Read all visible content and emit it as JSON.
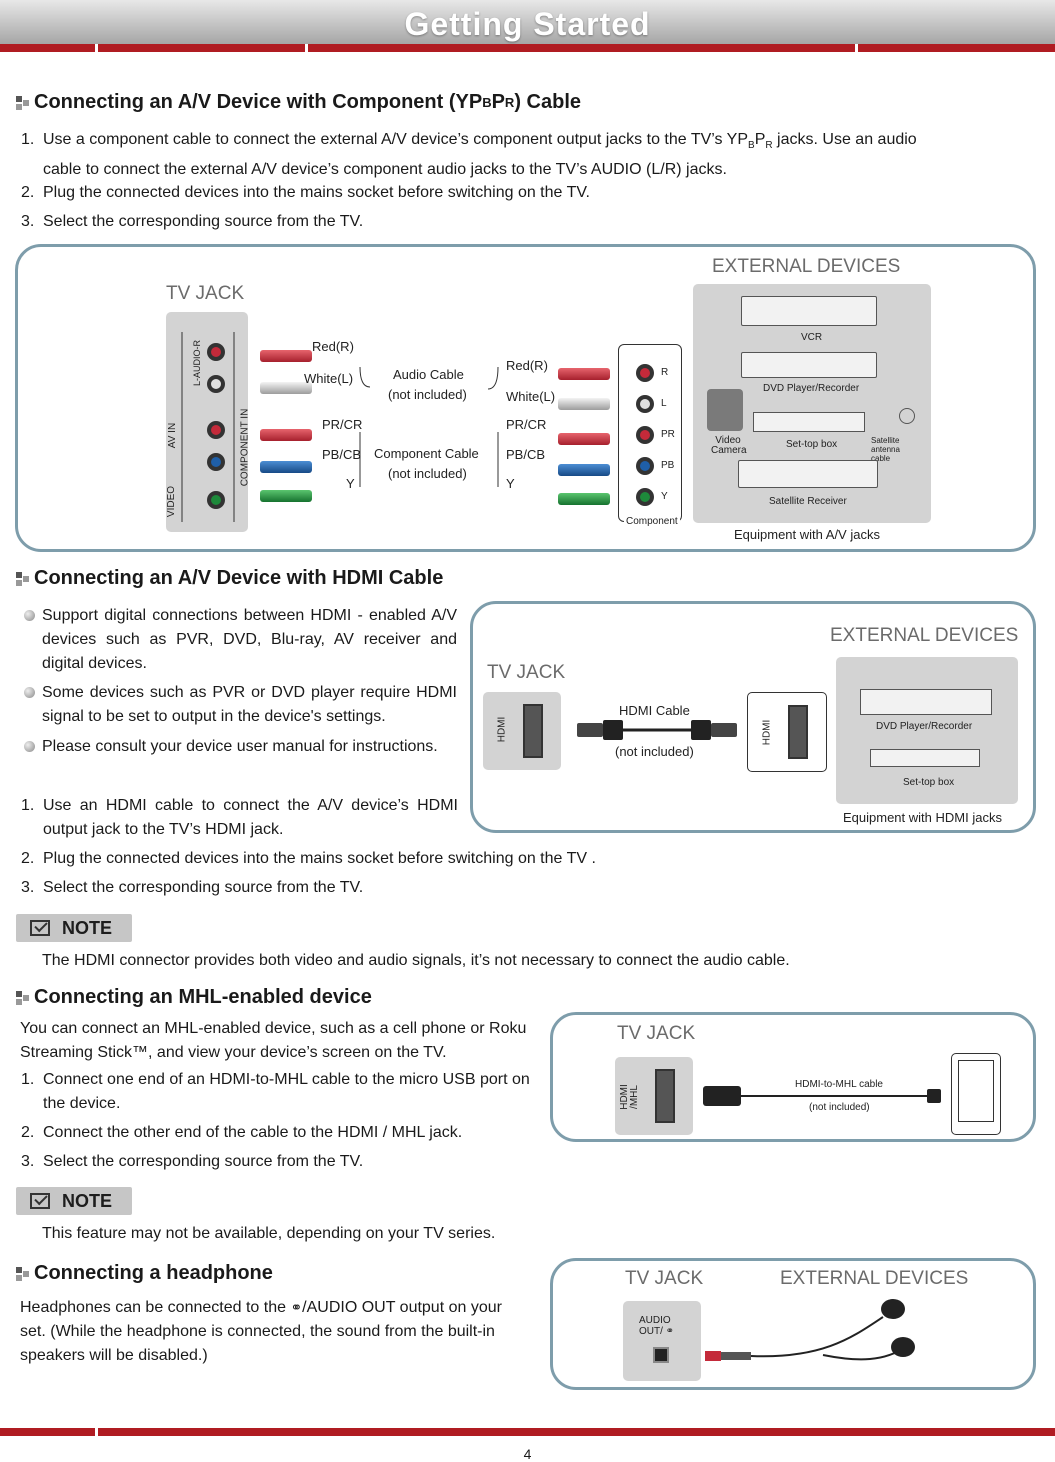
{
  "header": {
    "title": "Getting Started"
  },
  "component": {
    "title_pre": "Connecting an A/V Device with Component (YP",
    "title_b": "B",
    "title_mid": "P",
    "title_r": "R",
    "title_post": ") Cable",
    "step1_l1": "Use a component cable to connect the external A/V device’s component output jacks to the TV’s YP",
    "step1_b": "B",
    "step1_p": "P",
    "step1_r": "R",
    "step1_l1_end": " jacks. Use an audio",
    "step1_l2": "cable to connect the external A/V device’s component audio jacks to the TV’s AUDIO (L/R) jacks.",
    "step2": "Plug the connected devices into the mains socket before switching on the TV.",
    "step3": "Select the corresponding source from the TV.",
    "diagram": {
      "tv_jack": "TV JACK",
      "external_devices": "EXTERNAL DEVICES",
      "av_in": "AV IN",
      "video": "VIDEO",
      "l_audio_r": "L-AUDIO-R",
      "component_in": "COMPONENT IN",
      "red_r": "Red(R)",
      "white_l": "White(L)",
      "pr_cr": "PR/CR",
      "pb_cb": "PB/CB",
      "y": "Y",
      "audio_cable": "Audio Cable",
      "not_included": "(not included)",
      "component_cable": "Component Cable",
      "ext_r": "R",
      "ext_l": "L",
      "ext_pr": "PR",
      "ext_pb": "PB",
      "ext_y": "Y",
      "component": "Component",
      "vcr": "VCR",
      "dvd": "DVD Player/Recorder",
      "video_camera": "Video Camera",
      "set_top_box": "Set-top box",
      "satellite_antenna": "Satellite antenna cable",
      "satellite_receiver": "Satellite Receiver",
      "equipment_av": "Equipment with A/V jacks"
    }
  },
  "hdmi": {
    "title": "Connecting an A/V Device with HDMI Cable",
    "bullet1": "Support digital connections between HDMI - enabled A/V devices such as PVR, DVD, Blu-ray, AV receiver and digital devices.",
    "bullet2": "Some devices such as PVR or DVD player require HDMI signal to be set to output in the device's settings.",
    "bullet3": "Please consult your device user manual for instructions.",
    "step1": "Use an HDMI cable to connect the A/V device’s HDMI output jack to the TV’s HDMI jack.",
    "step2": "Plug the connected devices into the mains socket before switching on the TV .",
    "step3": "Select the corresponding source from the TV.",
    "note_label": "NOTE",
    "note_text": "The HDMI connector provides both video and audio signals, it’s not necessary to connect the audio cable.",
    "diagram": {
      "tv_jack": "TV JACK",
      "external_devices": "EXTERNAL DEVICES",
      "hdmi": "HDMI",
      "hdmi_cable": "HDMI Cable",
      "not_included": "(not included)",
      "dvd": "DVD Player/Recorder",
      "set_top_box": "Set-top box",
      "equipment_hdmi": "Equipment with HDMI jacks"
    }
  },
  "mhl": {
    "title": "Connecting an MHL-enabled device",
    "intro": "You can connect an MHL-enabled device, such as a cell phone or Roku Streaming Stick™, and view your device’s screen on the TV.",
    "step1": "Connect one end of an HDMI-to-MHL cable to the micro USB port on the device.",
    "step2": "Connect the other end of the cable to the HDMI / MHL jack.",
    "step3": "Select the corresponding source from the TV.",
    "note_label": "NOTE",
    "note_text": "This feature may not be available, depending on your TV series.",
    "diagram": {
      "tv_jack": "TV JACK",
      "hdmi": "HDMI",
      "mhl": "/MHL",
      "cable": "HDMI-to-MHL cable",
      "not_included": "(not included)"
    }
  },
  "headphone": {
    "title": "Connecting a headphone",
    "text_pre": "Headphones can be connected to the ",
    "text_post": "/AUDIO OUT output on your set. (While the headphone is connected, the sound from the built-in speakers will be disabled.)",
    "diagram": {
      "tv_jack": "TV JACK",
      "external_devices": "EXTERNAL DEVICES",
      "audio": "AUDIO",
      "out": "OUT/"
    }
  },
  "page_number": "4"
}
